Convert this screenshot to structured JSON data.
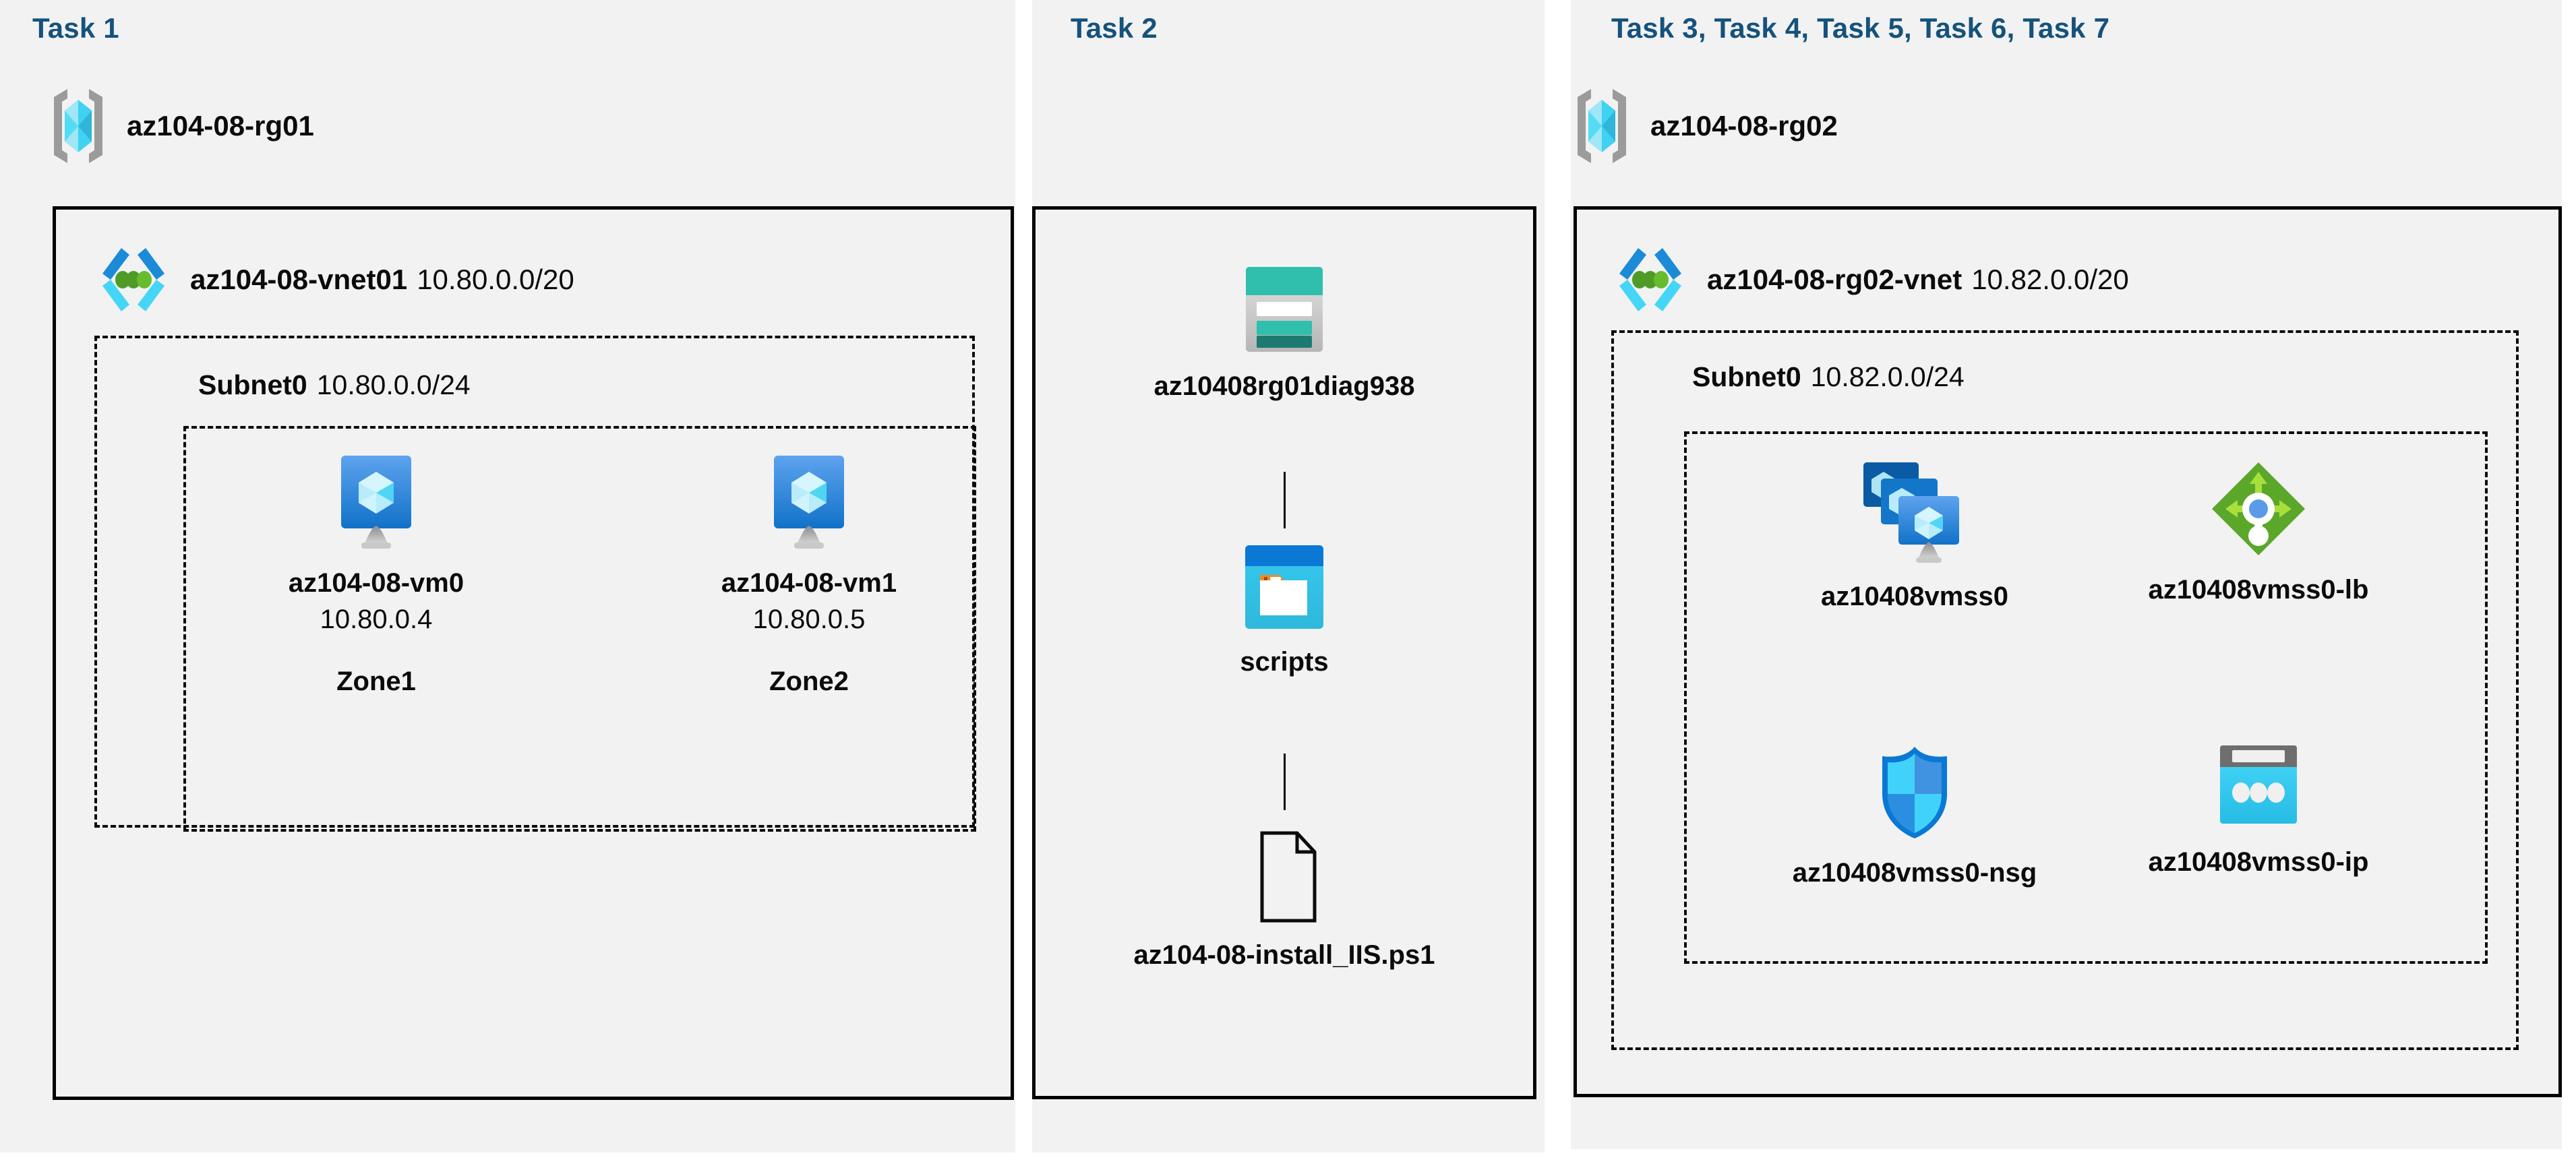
{
  "colors": {
    "task_title": "#15527c",
    "panel_bg": "#f2f2f2",
    "border": "#000000",
    "vnet_chevron_top": "#1b8bd8",
    "vnet_chevron_bottom": "#45d6f7",
    "vnet_dot": "#5aa72a",
    "vm_blue_top": "#5ea3ef",
    "vm_blue_bottom": "#1c7fd6",
    "storage_teal": "#2fbfac",
    "storage_teal_dark": "#1d7a70",
    "container_header": "#0a78d4",
    "container_body": "#32c5ec",
    "container_tab": "#f28a21",
    "lb_green_dark": "#5aa72a",
    "lb_green_light": "#a8df3a",
    "lb_center_blue": "#5a9ae8",
    "nsg_cyan": "#41d2fb",
    "nsg_blue": "#2a8fe0",
    "nsg_outline": "#0a78d4",
    "ip_gray": "#6e6e6e",
    "ip_cyan": "#35c6ef",
    "rg_bracket": "#9b9b9b",
    "rg_cyan_light": "#9fe6f7",
    "rg_cyan": "#3fd2f2"
  },
  "panels": {
    "task1": {
      "title": "Task 1",
      "resource_group": {
        "label": "az104-08-rg01",
        "icon": "resource-group-icon"
      },
      "vnet": {
        "name": "az104-08-vnet01",
        "cidr": "10.80.0.0/20",
        "icon": "virtual-network-icon"
      },
      "subnet": {
        "name": "Subnet0",
        "cidr": "10.80.0.0/24"
      },
      "vms": [
        {
          "name": "az104-08-vm0",
          "ip": "10.80.0.4",
          "zone": "Zone1",
          "icon": "virtual-machine-icon"
        },
        {
          "name": "az104-08-vm1",
          "ip": "10.80.0.5",
          "zone": "Zone2",
          "icon": "virtual-machine-icon"
        }
      ]
    },
    "task2": {
      "title": "Task 2",
      "nodes": [
        {
          "name": "az10408rg01diag938",
          "icon": "storage-account-icon"
        },
        {
          "name": "scripts",
          "icon": "blob-container-icon"
        },
        {
          "name": "az104-08-install_IIS.ps1",
          "icon": "file-icon"
        }
      ]
    },
    "task3": {
      "title": "Task 3, Task 4, Task 5, Task 6, Task 7",
      "resource_group": {
        "label": "az104-08-rg02",
        "icon": "resource-group-icon"
      },
      "vnet": {
        "name": "az104-08-rg02-vnet",
        "cidr": "10.82.0.0/20",
        "icon": "virtual-network-icon"
      },
      "subnet": {
        "name": "Subnet0",
        "cidr": "10.82.0.0/24"
      },
      "resources": [
        {
          "name": "az10408vmss0",
          "icon": "vm-scale-set-icon"
        },
        {
          "name": "az10408vmss0-lb",
          "icon": "load-balancer-icon"
        },
        {
          "name": "az10408vmss0-nsg",
          "icon": "network-security-group-icon"
        },
        {
          "name": "az10408vmss0-ip",
          "icon": "public-ip-address-icon"
        }
      ]
    }
  }
}
